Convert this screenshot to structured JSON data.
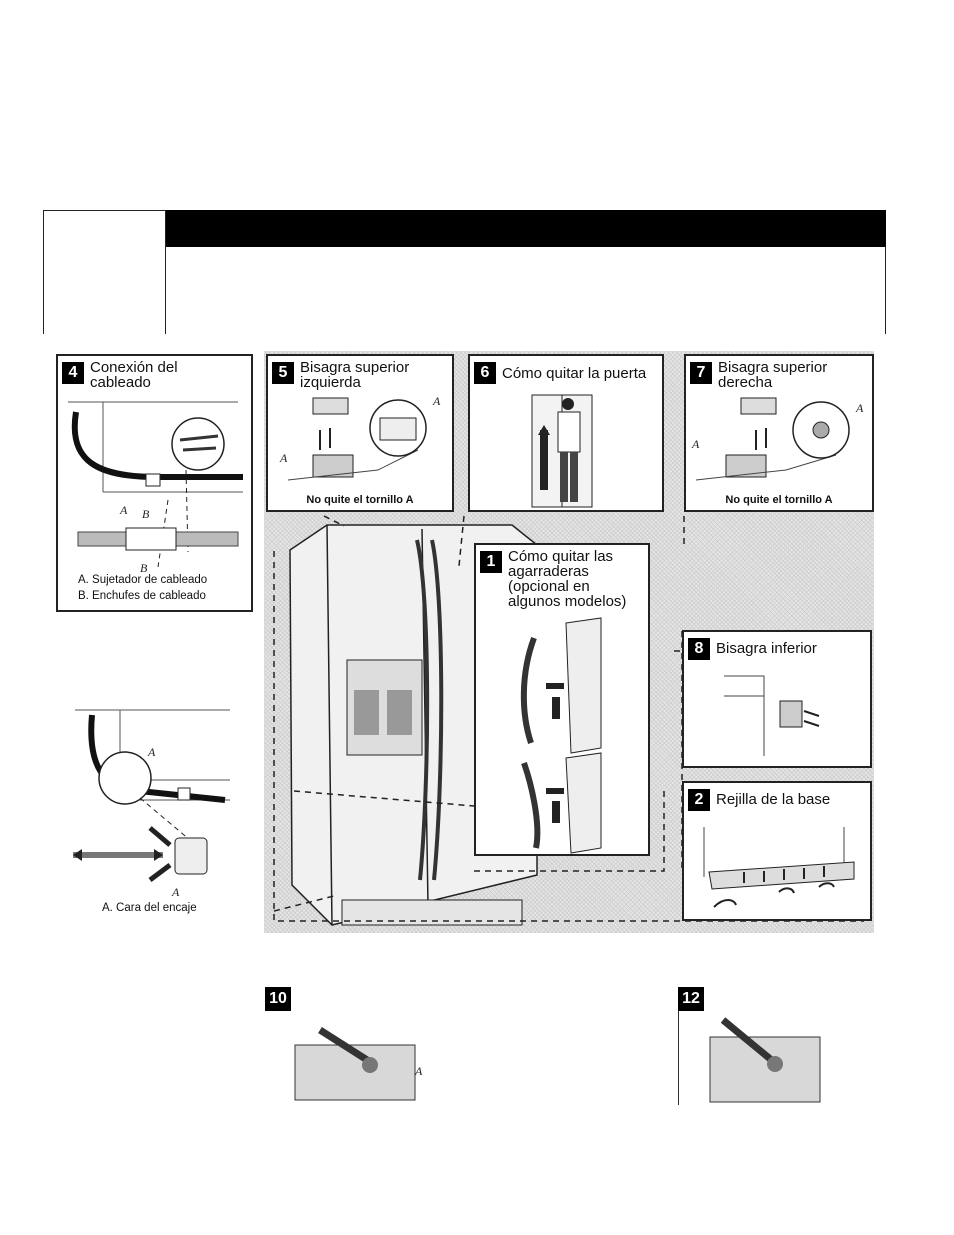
{
  "panels": {
    "p4": {
      "num": "4",
      "title": "Conexión del cableado",
      "caption_a": "A. Sujetador de cableado",
      "caption_b": "B. Enchufes de cableado"
    },
    "p5": {
      "num": "5",
      "title": "Bisagra superior izquierda",
      "caption": "No quite el tornillo A"
    },
    "p6": {
      "num": "6",
      "title": "Cómo quitar la puerta"
    },
    "p7": {
      "num": "7",
      "title": "Bisagra superior derecha",
      "caption": "No quite el tornillo A"
    },
    "p1": {
      "num": "1",
      "title": "Cómo quitar las agarraderas (opcional en algunos modelos)"
    },
    "p8": {
      "num": "8",
      "title": "Bisagra inferior"
    },
    "p2": {
      "num": "2",
      "title": "Rejilla de la base"
    }
  },
  "left_lower": {
    "caption": "A. Cara del encaje"
  },
  "steps": {
    "s10": "10",
    "s12": "12"
  },
  "labels": {
    "a": "A",
    "b": "B"
  }
}
